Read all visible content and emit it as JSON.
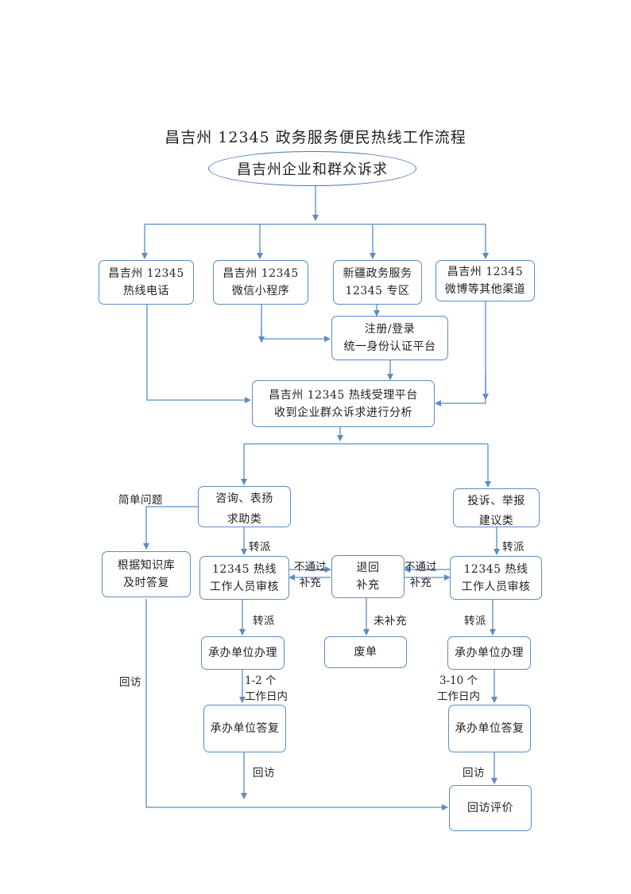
{
  "title": "昌吉州 12345 政务服务便民热线工作流程",
  "start": "昌吉州企业和群众诉求",
  "channels": [
    {
      "line1": "昌吉州 12345",
      "line2": "热线电话"
    },
    {
      "line1": "昌吉州 12345",
      "line2": "微信小程序"
    },
    {
      "line1": "新疆政务服务",
      "line2": "12345 专区"
    },
    {
      "line1": "昌吉州 12345",
      "line2": "微博等其他渠道"
    }
  ],
  "auth": {
    "line1": "注册/登录",
    "line2": "统一身份认证平台"
  },
  "platform": {
    "line1": "昌吉州 12345 热线受理平台",
    "line2": "收到企业群众诉求进行分析"
  },
  "left_branch": {
    "simple_label": "简单问题",
    "consult": {
      "line1": "咨询、表扬",
      "line2": "求助类"
    },
    "knowledge": {
      "line1": "根据知识库",
      "line2": "及时答复"
    },
    "transfer1": "转派",
    "review": {
      "line1": "12345 热线",
      "line2": "工作人员审核"
    },
    "transfer2": "转派",
    "handle": "承办单位办理",
    "days": {
      "line1": "1-2 个",
      "line2": "工作日内"
    },
    "reply": "承办单位答复",
    "revisit_long": "回访",
    "revisit_short": "回访"
  },
  "middle": {
    "fail_left": {
      "line1": "不通过",
      "line2": "补充"
    },
    "return": {
      "line1": "退回",
      "line2": "补充"
    },
    "fail_right": {
      "line1": "不通过",
      "line2": "补充"
    },
    "not_supplemented": "未补充",
    "void": "废单"
  },
  "right_branch": {
    "complaint": {
      "line1": "投诉、举报",
      "line2": "建议类"
    },
    "transfer1": "转派",
    "review": {
      "line1": "12345 热线",
      "line2": "工作人员审核"
    },
    "transfer2": "转派",
    "handle": "承办单位办理",
    "days": {
      "line1": "3-10 个",
      "line2": "工作日内"
    },
    "reply": "承办单位答复",
    "revisit": "回访",
    "evaluation": "回访评价"
  },
  "colors": {
    "line": "#5b8cc4",
    "border": "#5b8cc4",
    "text": "#222222"
  }
}
